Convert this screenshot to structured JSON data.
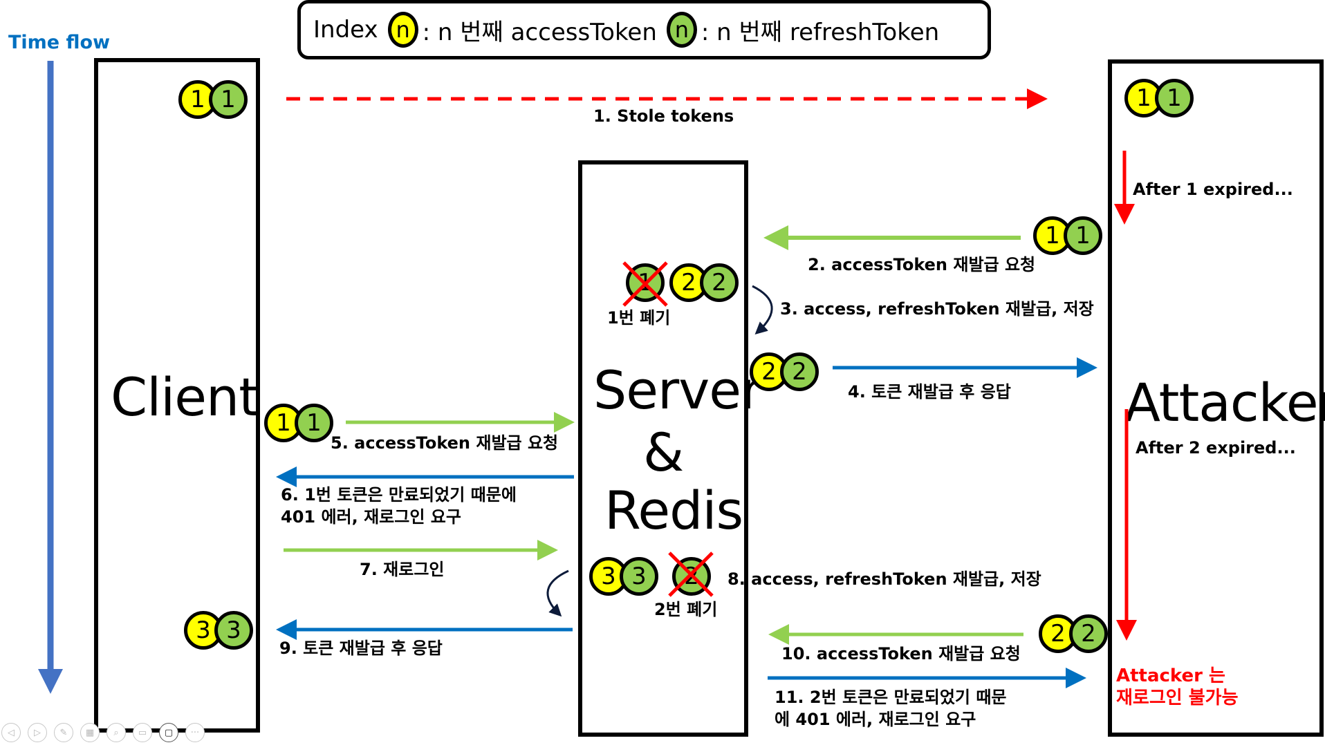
{
  "legend": {
    "prefix": "Index",
    "access_symbol": "n",
    "access_text": ": n 번째 accessToken",
    "refresh_symbol": "n",
    "refresh_text": ": n 번째 refreshToken"
  },
  "time_flow": {
    "label": "Time flow"
  },
  "actors": {
    "client": "Client",
    "server_line1": "Server",
    "server_line2": "&",
    "server_line3": "Redis",
    "attacker": "Attacker"
  },
  "tokens": {
    "client_initial": {
      "access": "1",
      "refresh": "1"
    },
    "attacker_initial": {
      "access": "1",
      "refresh": "1"
    },
    "attacker_request_1": {
      "access": "1",
      "refresh": "1"
    },
    "server_revoked_1": {
      "refresh": "1"
    },
    "server_issued_2": {
      "access": "2",
      "refresh": "2"
    },
    "response_2": {
      "access": "2",
      "refresh": "2"
    },
    "client_request": {
      "access": "1",
      "refresh": "1"
    },
    "server_issued_3": {
      "access": "3",
      "refresh": "3"
    },
    "server_revoked_2": {
      "refresh": "2"
    },
    "client_final": {
      "access": "3",
      "refresh": "3"
    },
    "attacker_request_2": {
      "access": "2",
      "refresh": "2"
    }
  },
  "steps": {
    "s1": "1. Stole tokens",
    "s2": "2. accessToken 재발급 요청",
    "s3": "3. access, refreshToken 재발급, 저장",
    "s4": "4. 토큰 재발급 후 응답",
    "s5": "5. accessToken 재발급 요청",
    "s6_line1": "6. 1번 토큰은 만료되었기 때문에",
    "s6_line2": "401 에러, 재로그인 요구",
    "s7": "7. 재로그인",
    "s8": "8. access, refreshToken 재발급, 저장",
    "s9": "9. 토큰 재발급 후 응답",
    "s10": "10. accessToken 재발급 요청",
    "s11_line1": "11. 2번 토큰은 만료되었기 때문",
    "s11_line2": "에 401 에러, 재로그인 요구"
  },
  "notes": {
    "revoked_1": "1번 폐기",
    "revoked_2": "2번 폐기",
    "after_1": "After 1 expired...",
    "after_2": "After 2 expired...",
    "result_line1": "Attacker 는",
    "result_line2": "재로그인 불가능"
  },
  "colors": {
    "access_token": "#ffff00",
    "refresh_token": "#92d050",
    "request_arrow": "#92d050",
    "response_arrow": "#0070c0",
    "attack_arrow": "#ff0000",
    "time_arrow": "#4472c4",
    "time_label": "#0070c0",
    "result_text": "#ff0000"
  },
  "toolbar": {
    "buttons": [
      "previous",
      "next",
      "pen",
      "slides",
      "zoom",
      "subtitles",
      "camera",
      "more"
    ]
  }
}
